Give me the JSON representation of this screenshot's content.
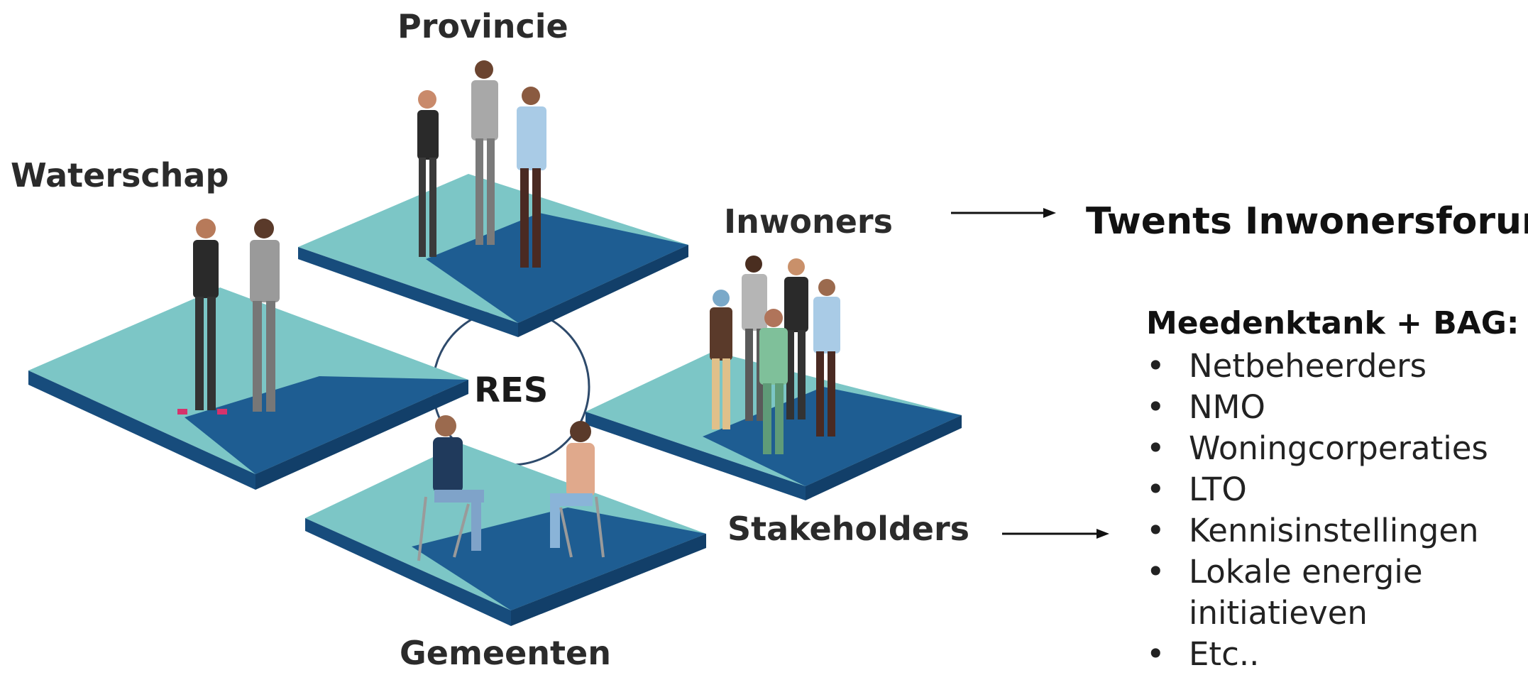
{
  "labels": {
    "provincie": "Provincie",
    "waterschap": "Waterschap",
    "inwoners": "Inwoners",
    "res": "RES",
    "stakeholders": "Stakeholders",
    "gemeenten": "Gemeenten"
  },
  "right_panel": {
    "forum_title": "Twents Inwonersforum",
    "list_title": "Meedenktank + BAG:",
    "bullet_char": "•",
    "items": [
      "Netbeheerders",
      "NMO",
      "Woningcorperaties",
      "LTO",
      "Kennisinstellingen",
      "Lokale energie initiatieven",
      "Etc.."
    ]
  },
  "colors": {
    "platform_light": "#7cc6c6",
    "platform_dark": "#1e5d92",
    "platform_edge": "#174c7c",
    "circle": "#2e4a6b",
    "label_text": "#2b2b2b"
  }
}
